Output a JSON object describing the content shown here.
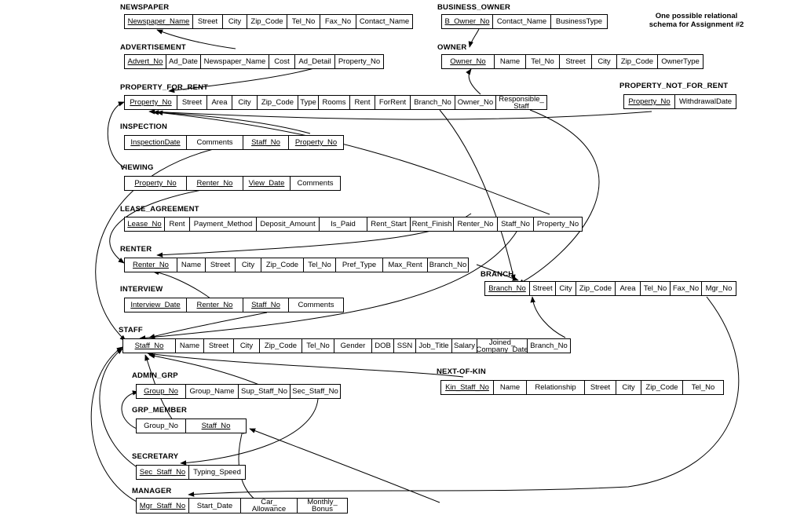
{
  "caption": "One possible relational\nschema for Assignment #2",
  "entities": {
    "newspaper": {
      "name": "NEWSPAPER",
      "attrs": [
        {
          "label": "Newspaper_Name",
          "pk": true
        },
        {
          "label": "Street"
        },
        {
          "label": "City"
        },
        {
          "label": "Zip_Code"
        },
        {
          "label": "Tel_No"
        },
        {
          "label": "Fax_No"
        },
        {
          "label": "Contact_Name"
        }
      ]
    },
    "advertisement": {
      "name": "ADVERTISEMENT",
      "attrs": [
        {
          "label": "Advert_No",
          "pk": true
        },
        {
          "label": "Ad_Date"
        },
        {
          "label": "Newspaper_Name"
        },
        {
          "label": "Cost"
        },
        {
          "label": "Ad_Detail"
        },
        {
          "label": "Property_No"
        }
      ]
    },
    "property_for_rent": {
      "name": "PROPERTY_FOR_RENT",
      "attrs": [
        {
          "label": "Property_No",
          "pk": true
        },
        {
          "label": "Street"
        },
        {
          "label": "Area"
        },
        {
          "label": "City"
        },
        {
          "label": "Zip_Code"
        },
        {
          "label": "Type"
        },
        {
          "label": "Rooms"
        },
        {
          "label": "Rent"
        },
        {
          "label": "ForRent"
        },
        {
          "label": "Branch_No"
        },
        {
          "label": "Owner_No"
        },
        {
          "label": "Responsible_\nStaff"
        }
      ]
    },
    "inspection": {
      "name": "INSPECTION",
      "attrs": [
        {
          "label": "InspectionDate",
          "pk": true
        },
        {
          "label": "Comments"
        },
        {
          "label": "Staff_No",
          "pk": true
        },
        {
          "label": "Property_No",
          "pk": true
        }
      ]
    },
    "viewing": {
      "name": "VIEWING",
      "attrs": [
        {
          "label": "Property_No",
          "pk": true
        },
        {
          "label": "Renter_No",
          "pk": true
        },
        {
          "label": "View_Date",
          "pk": true
        },
        {
          "label": "Comments"
        }
      ]
    },
    "lease_agreement": {
      "name": "LEASE_AGREEMENT",
      "attrs": [
        {
          "label": "Lease_No",
          "pk": true
        },
        {
          "label": "Rent"
        },
        {
          "label": "Payment_Method"
        },
        {
          "label": "Deposit_Amount"
        },
        {
          "label": "Is_Paid"
        },
        {
          "label": "Rent_Start"
        },
        {
          "label": "Rent_Finish"
        },
        {
          "label": "Renter_No"
        },
        {
          "label": "Staff_No"
        },
        {
          "label": "Property_No"
        }
      ]
    },
    "renter": {
      "name": "RENTER",
      "attrs": [
        {
          "label": "Renter_No",
          "pk": true
        },
        {
          "label": "Name"
        },
        {
          "label": "Street"
        },
        {
          "label": "City"
        },
        {
          "label": "Zip_Code"
        },
        {
          "label": "Tel_No"
        },
        {
          "label": "Pref_Type"
        },
        {
          "label": "Max_Rent"
        },
        {
          "label": "Branch_No"
        }
      ]
    },
    "interview": {
      "name": "INTERVIEW",
      "attrs": [
        {
          "label": "Interview_Date",
          "pk": true
        },
        {
          "label": "Renter_No",
          "pk": true
        },
        {
          "label": "Staff_No",
          "pk": true
        },
        {
          "label": "Comments"
        }
      ]
    },
    "staff": {
      "name": "STAFF",
      "attrs": [
        {
          "label": "Staff_No",
          "pk": true
        },
        {
          "label": "Name"
        },
        {
          "label": "Street"
        },
        {
          "label": "City"
        },
        {
          "label": "Zip_Code"
        },
        {
          "label": "Tel_No"
        },
        {
          "label": "Gender"
        },
        {
          "label": "DOB"
        },
        {
          "label": "SSN"
        },
        {
          "label": "Job_Title"
        },
        {
          "label": "Salary"
        },
        {
          "label": "Joined_\nCompany_Date"
        },
        {
          "label": "Branch_No"
        }
      ]
    },
    "admin_grp": {
      "name": "ADMIN_GRP",
      "attrs": [
        {
          "label": "Group_No",
          "pk": true
        },
        {
          "label": "Group_Name"
        },
        {
          "label": "Sup_Staff_No"
        },
        {
          "label": "Sec_Staff_No"
        }
      ]
    },
    "grp_member": {
      "name": "GRP_MEMBER",
      "attrs": [
        {
          "label": "Group_No"
        },
        {
          "label": "Staff_No",
          "pk": true
        }
      ]
    },
    "secretary": {
      "name": "SECRETARY",
      "attrs": [
        {
          "label": "Sec_Staff_No",
          "pk": true
        },
        {
          "label": "Typing_Speed"
        }
      ]
    },
    "manager": {
      "name": "MANAGER",
      "attrs": [
        {
          "label": "Mgr_Staff_No",
          "pk": true
        },
        {
          "label": "Start_Date"
        },
        {
          "label": "Car_\nAllowance"
        },
        {
          "label": "Monthly_\nBonus"
        }
      ]
    },
    "business_owner": {
      "name": "BUSINESS_OWNER",
      "attrs": [
        {
          "label": "B_Owner_No",
          "pk": true
        },
        {
          "label": "Contact_Name"
        },
        {
          "label": "BusinessType"
        }
      ]
    },
    "owner": {
      "name": "OWNER",
      "attrs": [
        {
          "label": "Owner_No",
          "pk": true
        },
        {
          "label": "Name"
        },
        {
          "label": "Tel_No"
        },
        {
          "label": "Street"
        },
        {
          "label": "City"
        },
        {
          "label": "Zip_Code"
        },
        {
          "label": "OwnerType"
        }
      ]
    },
    "property_not_for_rent": {
      "name": "PROPERTY_NOT_FOR_RENT",
      "attrs": [
        {
          "label": "Property_No",
          "pk": true
        },
        {
          "label": "WithdrawalDate"
        }
      ]
    },
    "branch": {
      "name": "BRANCH",
      "attrs": [
        {
          "label": "Branch_No",
          "pk": true
        },
        {
          "label": "Street"
        },
        {
          "label": "City"
        },
        {
          "label": "Zip_Code"
        },
        {
          "label": "Area"
        },
        {
          "label": "Tel_No"
        },
        {
          "label": "Fax_No"
        },
        {
          "label": "Mgr_No"
        }
      ]
    },
    "next_of_kin": {
      "name": "NEXT-OF-KIN",
      "attrs": [
        {
          "label": "Kin_Staff_No",
          "pk": true
        },
        {
          "label": "Name"
        },
        {
          "label": "Relationship"
        },
        {
          "label": "Street"
        },
        {
          "label": "City"
        },
        {
          "label": "Zip_Code"
        },
        {
          "label": "Tel_No"
        }
      ]
    }
  }
}
